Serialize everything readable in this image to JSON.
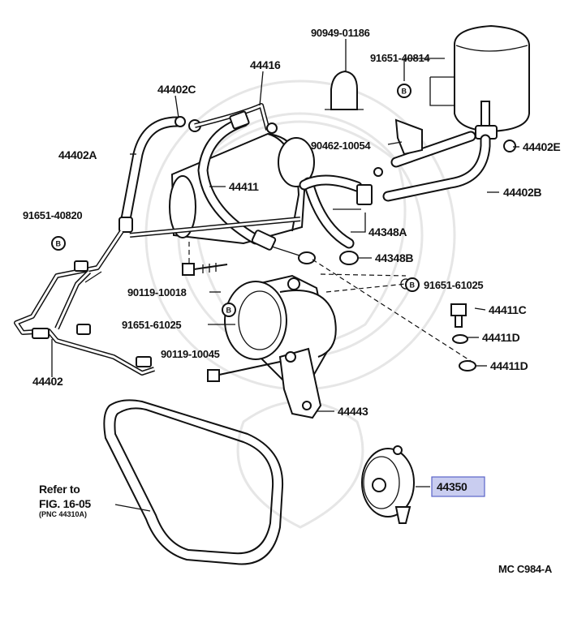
{
  "labels": {
    "p90949": "90949-01186",
    "p91651a": "91651-40814",
    "p44416": "44416",
    "p44402c": "44402C",
    "p44402a": "44402A",
    "p44411": "44411",
    "p90462": "90462-10054",
    "p44402e": "44402E",
    "p44402b": "44402B",
    "p91651b": "91651-40820",
    "p44348a": "44348A",
    "p44348b": "44348B",
    "p90119a": "90119-10018",
    "p91651c": "91651-61025",
    "p91651d": "91651-61025",
    "p44411c": "44411C",
    "p44411d1": "44411D",
    "p44411d2": "44411D",
    "p90119b": "90119-10045",
    "p44402": "44402",
    "p44443": "44443",
    "p44350": "44350",
    "b_marker": "B"
  },
  "refer": {
    "line1": "Refer to",
    "line2": "FIG. 16-05",
    "line3": "(PNC 44310A)"
  },
  "footer": {
    "code": "MC  C984-A"
  },
  "colors": {
    "highlight_fill": "#c9cdf0",
    "highlight_border": "#5a63c8"
  }
}
